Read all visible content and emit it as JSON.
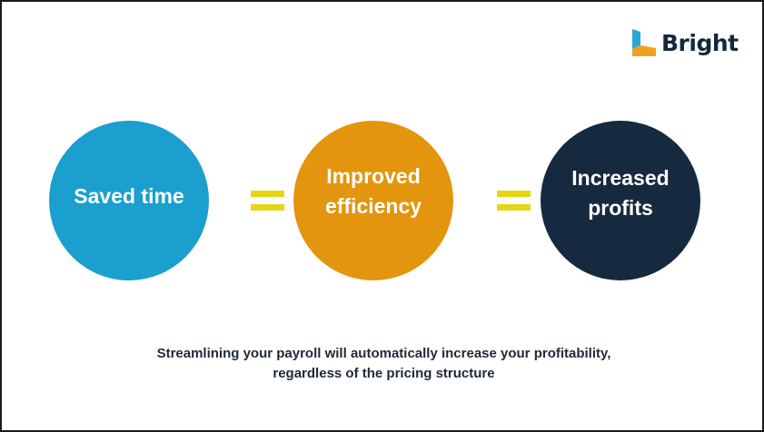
{
  "brand": {
    "name": "Bright",
    "logo_icon": "bright-logo-mark-icon",
    "colors": {
      "mark_top": "#2aa8d8",
      "mark_bottom": "#f0a21c",
      "text": "#14283c"
    }
  },
  "circles": [
    {
      "label": "Saved time",
      "color": "#1a9fcf"
    },
    {
      "label": "Improved\nefficiency",
      "color": "#e3950e"
    },
    {
      "label": "Increased\nprofits",
      "color": "#152a3f"
    }
  ],
  "connectors": [
    {
      "symbol": "equals",
      "color": "#e6d615"
    },
    {
      "symbol": "equals",
      "color": "#e6d615"
    }
  ],
  "caption": {
    "line1": "Streamlining your payroll will automatically increase your profitability,",
    "line2": "regardless of the pricing structure"
  }
}
